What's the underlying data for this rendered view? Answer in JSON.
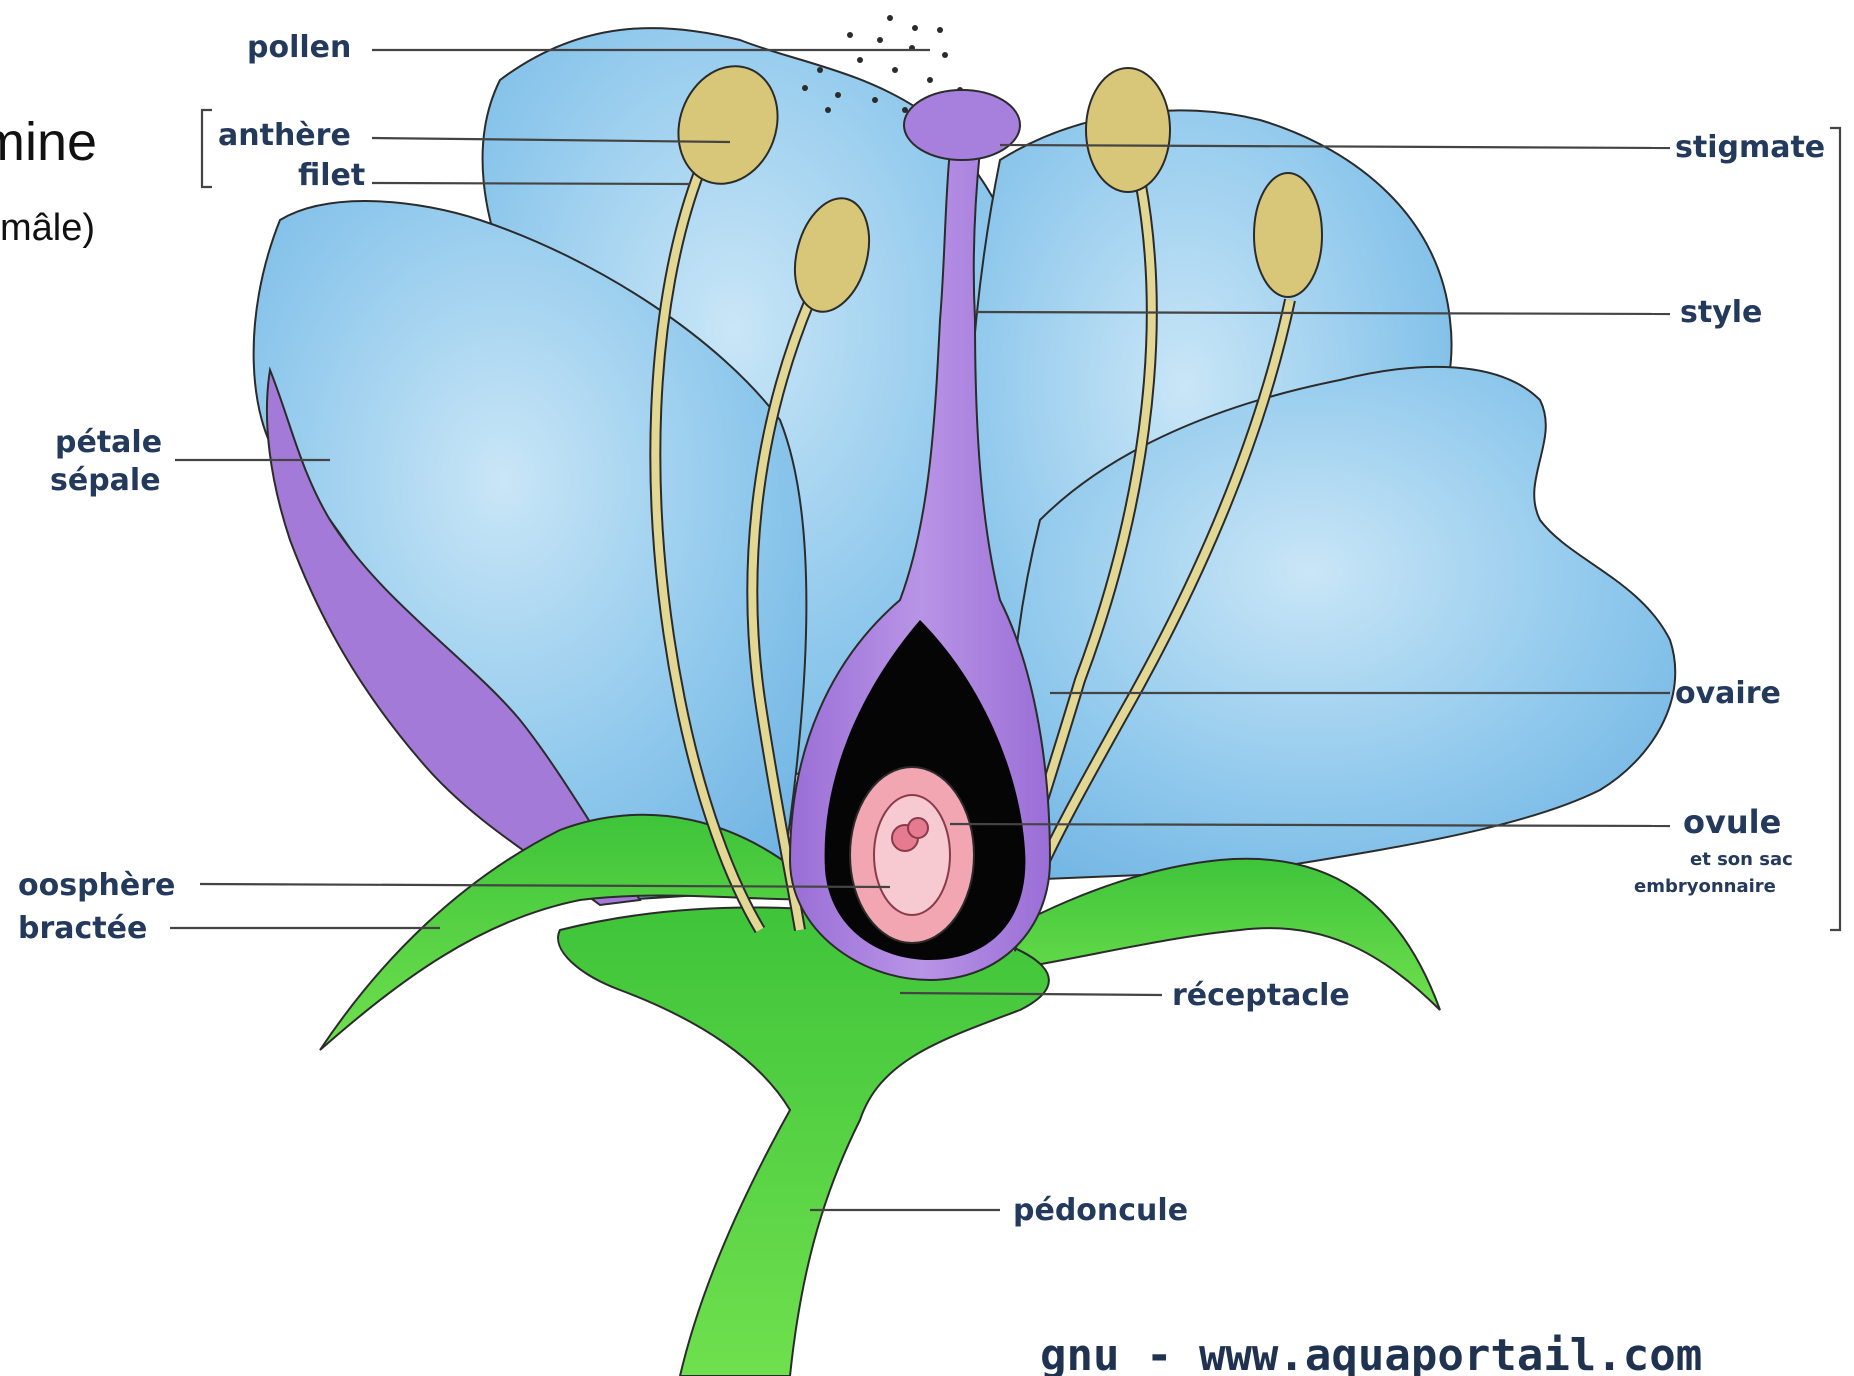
{
  "header": {
    "title_fragment": "mine",
    "subtitle_fragment": "mâle)"
  },
  "labels": {
    "pollen": "pollen",
    "anthere": "anthère",
    "filet": "filet",
    "stigmate": "stigmate",
    "style": "style",
    "petale": "pétale",
    "sepale": "sépale",
    "ovaire": "ovaire",
    "ovule": "ovule",
    "ovule_sub1": "et son sac",
    "ovule_sub2": "embryonnaire",
    "oosphere": "oosphère",
    "bractee": "bractée",
    "receptacle": "réceptacle",
    "pedoncule": "pédoncule"
  },
  "watermark": "gnu - www.aquaportail.com",
  "colors": {
    "petal_blue": "#8ec6ea",
    "petal_purple": "#a47ad8",
    "pistil_purple": "#a680dc",
    "stamen_yellow": "#d8c778",
    "stem_green": "#56d13f",
    "ovule_pink": "#f2a6b2",
    "label_navy": "#243a5c"
  }
}
